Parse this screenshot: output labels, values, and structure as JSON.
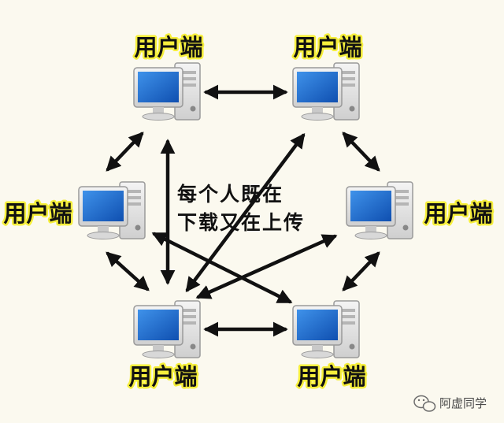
{
  "nodes": {
    "label": "用户端"
  },
  "center_text": {
    "line1": "每个人既在",
    "line2": "下载又在上传"
  },
  "watermark": {
    "text": "阿虚同学"
  },
  "colors": {
    "background": "#fbf9ef",
    "label_outline": "#f6ef3c",
    "monitor_screen": "#1f6fd1",
    "monitor_frame": "#e8e8e8",
    "arrow": "#111111"
  }
}
